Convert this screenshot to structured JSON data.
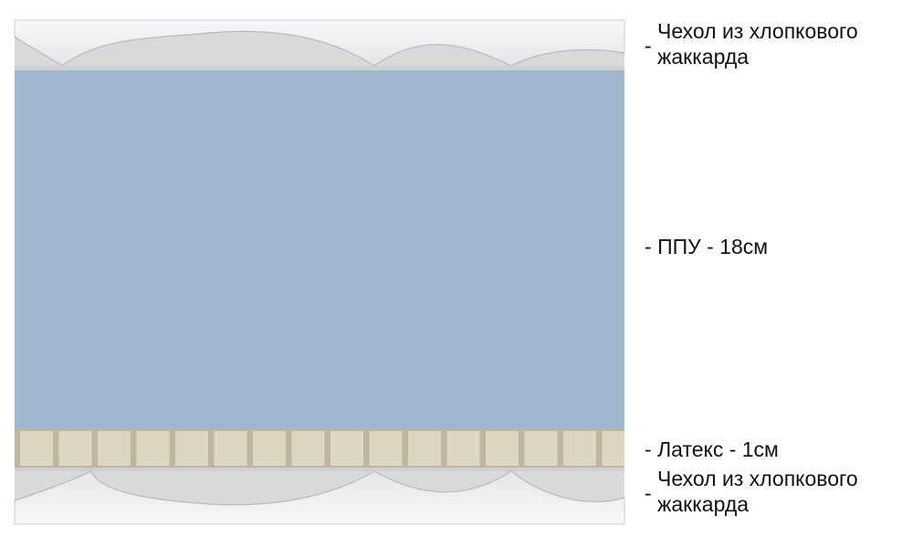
{
  "layers": [
    {
      "key": "top_cover",
      "lines": [
        "Чехол из хлопкового",
        "жаккарда"
      ],
      "color": "#d8d9d8"
    },
    {
      "key": "foam",
      "lines": [
        "ППУ - 18см"
      ],
      "color": "#a0b8cf"
    },
    {
      "key": "latex",
      "lines": [
        "Латекс - 1см"
      ],
      "color": "#ddd6c0"
    },
    {
      "key": "bottom_cover",
      "lines": [
        "Чехол из хлопкового",
        "жаккарда"
      ],
      "color": "#d8d9d8"
    }
  ],
  "dash": "-",
  "colors": {
    "foam": "#a0b8cf",
    "cover": "#d8d9d8",
    "quilt": "#f3f4f5",
    "latex_block": "#ddd6c0",
    "latex_gap": "#bfb6a0"
  }
}
